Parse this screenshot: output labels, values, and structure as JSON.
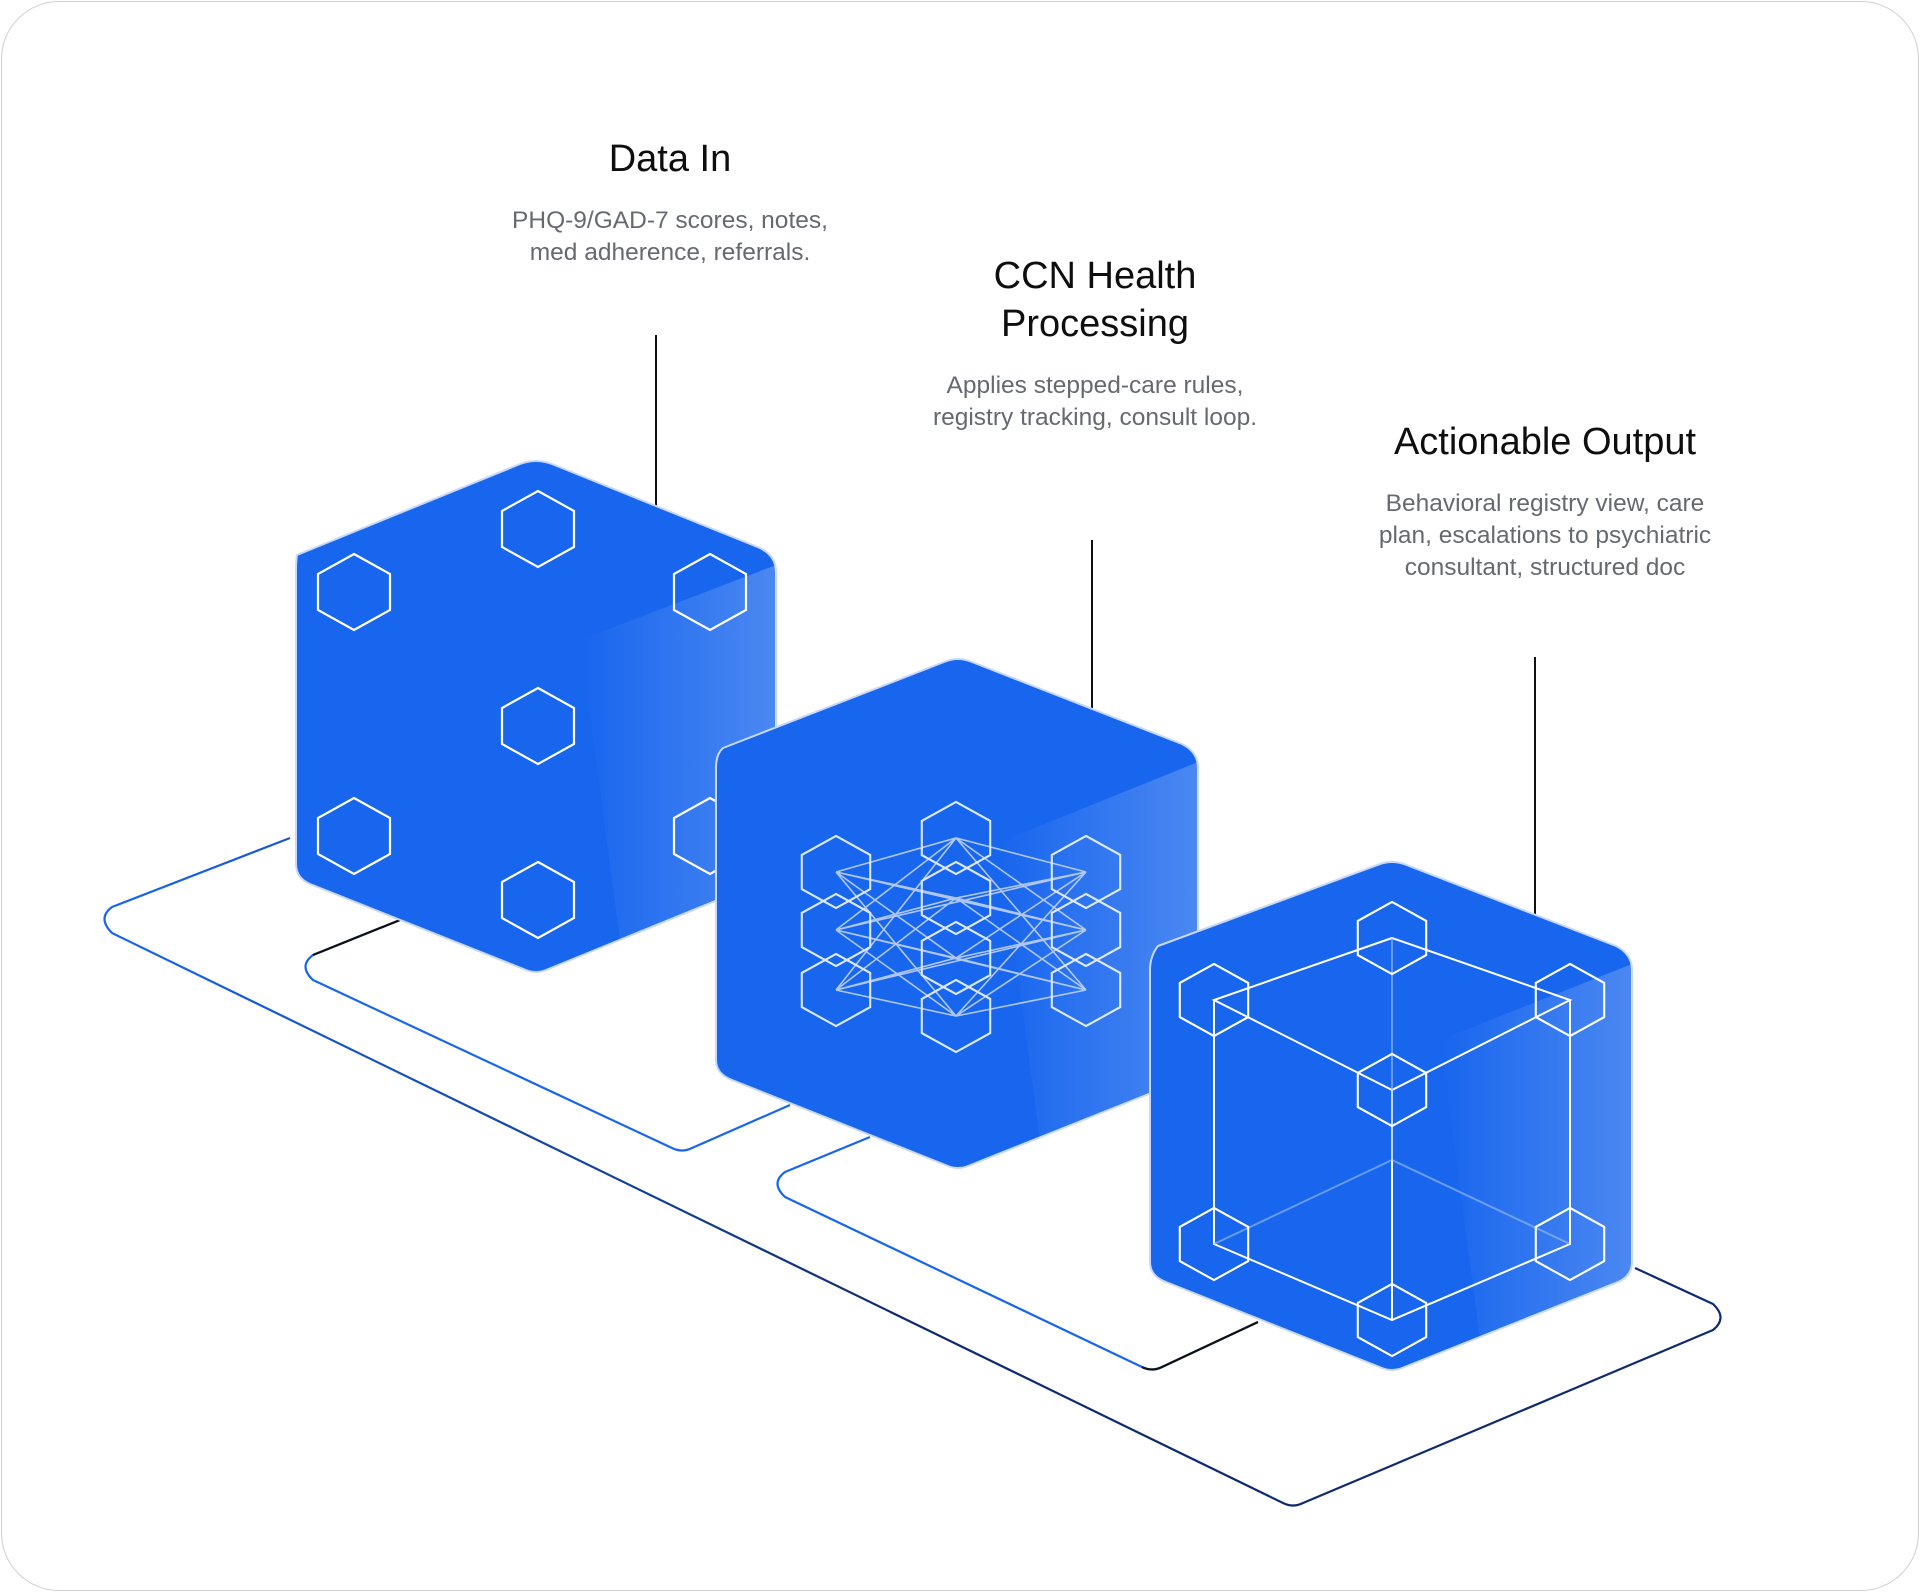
{
  "colors": {
    "accent": "#1866ee",
    "navy": "#0f2a6e",
    "line_dark": "#111111",
    "text_muted": "#666a70",
    "card_border": "#cfcfd4"
  },
  "stages": [
    {
      "id": "data-in",
      "title": "Data In",
      "description_lines": [
        "PHQ-9/GAD-7 scores, notes,",
        "med adherence, referrals."
      ],
      "icon": "scattered-hexagons-icon"
    },
    {
      "id": "processing",
      "title_lines": [
        "CCN Health",
        "Processing"
      ],
      "description_lines": [
        "Applies stepped-care rules,",
        "registry tracking, consult loop."
      ],
      "icon": "neural-network-icon"
    },
    {
      "id": "output",
      "title": "Actionable Output",
      "description_lines": [
        "Behavioral registry view, care",
        "plan, escalations to psychiatric",
        "consultant, structured doc"
      ],
      "icon": "connected-cube-icon"
    }
  ]
}
